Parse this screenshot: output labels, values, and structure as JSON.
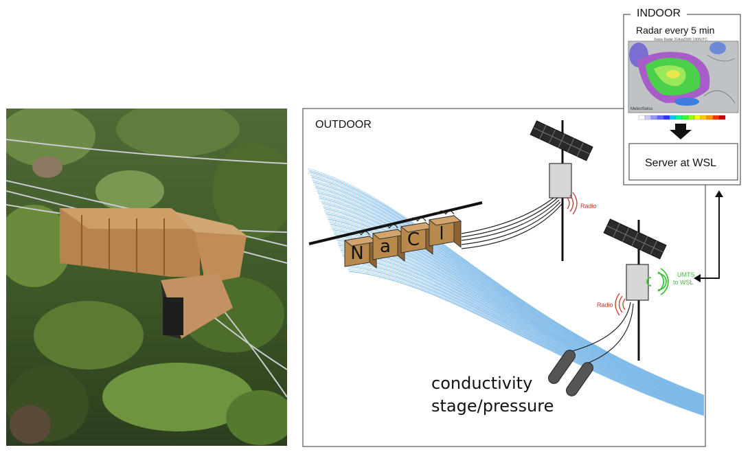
{
  "outdoor_label": "OUTDOOR",
  "indoor_label": "INDOOR",
  "radar_caption": "Radar every 5 min",
  "radar_subcaption": "Swiss Radar 21Aug2005 1900UTC",
  "radar_logo": "MeteoSwiss",
  "server_label": "Server at WSL",
  "radio_label_1": "Radio",
  "radio_label_2": "Radio",
  "umts_line_1": "UMTS",
  "umts_line_2": "to WSL",
  "salt_letters": [
    "N",
    "a",
    "C",
    "l"
  ],
  "sensor_line_1": "conductivity",
  "sensor_line_2": "stage/pressure",
  "colors": {
    "river": "#6fb2e6",
    "box": "#b8894a",
    "box_dark": "#8e6530",
    "radio_red": "#c0392b",
    "umts_green": "#3cc43c",
    "frame": "#555555"
  }
}
